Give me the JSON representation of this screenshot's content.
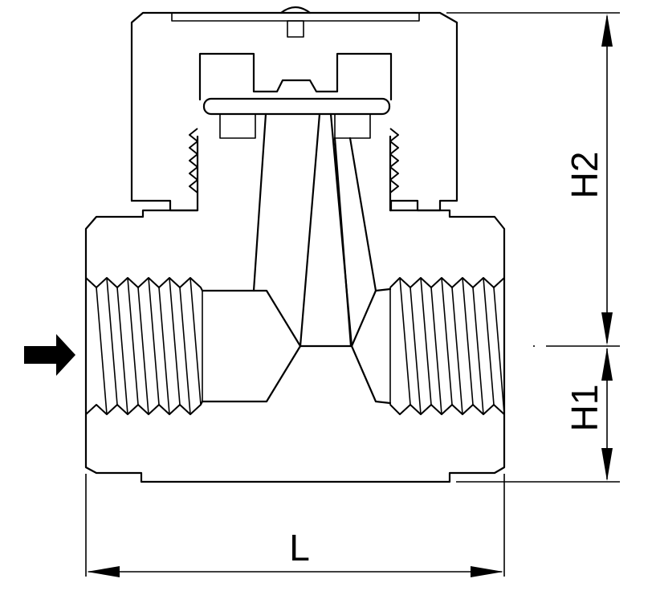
{
  "diagram": {
    "dimensions": {
      "H2": "H2",
      "H1": "H1",
      "L": "L"
    },
    "flow_arrow_icon": "arrow-right-icon"
  }
}
